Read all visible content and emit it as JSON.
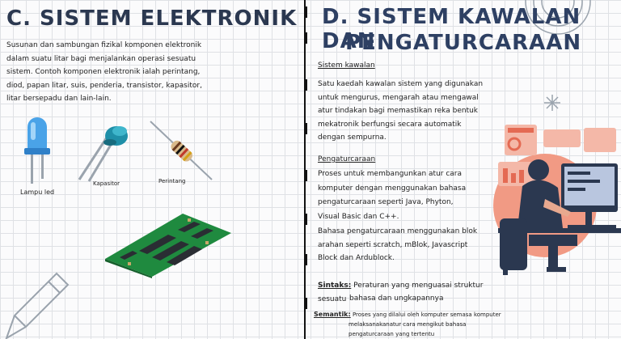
{
  "left": {
    "title": "C. SISTEM ELEKTRONIK",
    "description_lines": [
      "Susunan dan sambungan fizikal komponen elektronik",
      "dalam suatu litar bagi menjalankan operasi sesuatu",
      "sistem. Contoh komponen elektronik ialah perintang,",
      "diod, papan litar, suis, penderia, transistor, kapasitor,",
      "litar bersepadu dan lain-lain."
    ],
    "labels": {
      "led": "Lampu led",
      "capacitor": "Kapasitor",
      "resistor": "Perintang"
    }
  },
  "right": {
    "title_line1": "D. SISTEM KAWALAN DAN",
    "title_line2": "PENGATURCARAAN",
    "kawalan": {
      "heading": "Sistem kawalan",
      "lines": [
        "Satu kaedah kawalan sistem yang digunakan",
        "untuk mengurus, mengarah atau mengawal",
        "atur tindakan bagi memastikan reka bentuk",
        "mekatronik berfungsi secara automatik",
        "dengan sempurna."
      ]
    },
    "pengaturcaraan": {
      "heading": "Pengaturcaraan",
      "lines_a": [
        "Proses untuk membangunkan atur cara",
        "komputer dengan menggunakan bahasa",
        "pengaturcaraan seperti Java, Phyton,",
        "Visual Basic dan C++."
      ],
      "lines_b": [
        "Bahasa pengaturcaraan menggunakan blok",
        "arahan seperti scratch, mBlok, Javascript",
        "Block dan Ardublock."
      ]
    },
    "sintaks": {
      "term": "Sintaks:",
      "line1": "Peraturan yang menguasai struktur sesuatu",
      "line2": "bahasa dan ungkapannya"
    },
    "semantik": {
      "term": "Semantik:",
      "line1": "Proses yang dilalui oleh komputer semasa komputer",
      "line2": "melaksanakanatur cara mengikut bahasa",
      "line3": "pengaturcaraan yang tertentu"
    }
  }
}
